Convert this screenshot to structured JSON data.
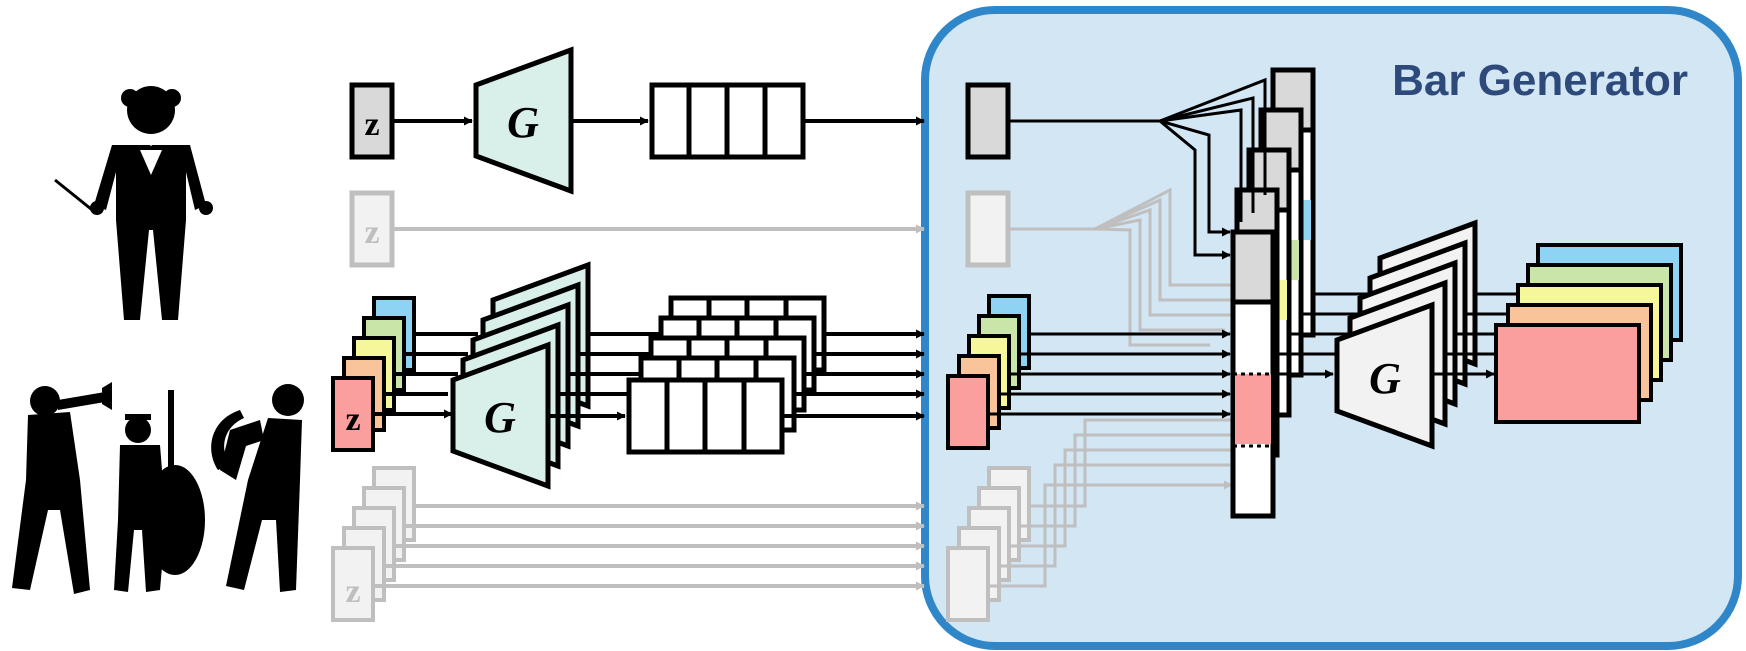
{
  "diagram": {
    "panel_title": "Bar Generator",
    "z_label": "z",
    "g_label": "G",
    "colors": {
      "panel_fill": "#d3e6f4",
      "panel_border": "#2f86c8",
      "title": "#2e4a7a",
      "generator_fill": "#d9f0ea",
      "bar_generator_fill": "#f2f2f2",
      "gray_box": "#d9d9d9",
      "faded": "#bfbfbf",
      "track_blue": "#8fd3f4",
      "track_green": "#c9e6a8",
      "track_yellow": "#f6f69a",
      "track_orange": "#f9c49a",
      "track_red": "#fb9e9e"
    },
    "icons": {
      "conductor": "conductor-silhouette-icon",
      "musicians": "jazz-musicians-silhouette-icon"
    }
  }
}
